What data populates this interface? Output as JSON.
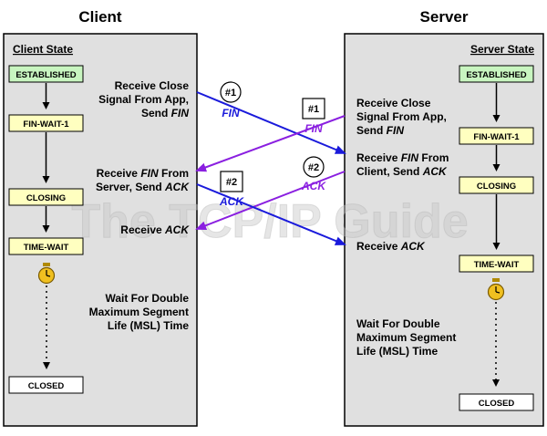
{
  "headings": {
    "client": "Client",
    "server": "Server"
  },
  "client_panel": {
    "title": "Client State",
    "states": [
      "ESTABLISHED",
      "FIN-WAIT-1",
      "CLOSING",
      "TIME-WAIT",
      "CLOSED"
    ],
    "notes": {
      "close_line1": "Receive Close",
      "close_line2": "Signal From App,",
      "close_line3_prefix": "Send ",
      "close_line3_em": "FIN",
      "recv_fin_line1_prefix": "Receive ",
      "recv_fin_line1_em": "FIN",
      "recv_fin_line1_suffix": " From",
      "recv_fin_line2_prefix": "Server, Send ",
      "recv_fin_line2_em": "ACK",
      "recv_ack_prefix": "Receive ",
      "recv_ack_em": "ACK",
      "wait_line1": "Wait For Double",
      "wait_line2": "Maximum Segment",
      "wait_line3": "Life (MSL) Time"
    }
  },
  "server_panel": {
    "title": "Server State",
    "states": [
      "ESTABLISHED",
      "FIN-WAIT-1",
      "CLOSING",
      "TIME-WAIT",
      "CLOSED"
    ],
    "notes": {
      "close_line1": "Receive Close",
      "close_line2": "Signal From App,",
      "close_line3_prefix": "Send ",
      "close_line3_em": "FIN",
      "recv_fin_line1_prefix": "Receive ",
      "recv_fin_line1_em": "FIN",
      "recv_fin_line1_suffix": " From",
      "recv_fin_line2_prefix": "Client, Send ",
      "recv_fin_line2_em": "ACK",
      "recv_ack_prefix": "Receive ",
      "recv_ack_em": "ACK",
      "wait_line1": "Wait For Double",
      "wait_line2": "Maximum Segment",
      "wait_line3": "Life (MSL) Time"
    }
  },
  "messages": {
    "client_fin": {
      "num": "#1",
      "label": "FIN"
    },
    "client_ack": {
      "num": "#2",
      "label": "ACK"
    },
    "server_fin": {
      "num": "#1",
      "label": "FIN"
    },
    "server_ack": {
      "num": "#2",
      "label": "ACK"
    }
  },
  "watermark": "The TCP/IP Guide",
  "colors": {
    "panel_bg": "#e0e0e0",
    "established": "#c8f5c0",
    "state_box": "#ffffc0",
    "blue_arrow": "#1a1adb",
    "purple_arrow": "#8a1fe0",
    "clock": "#f0c020"
  }
}
